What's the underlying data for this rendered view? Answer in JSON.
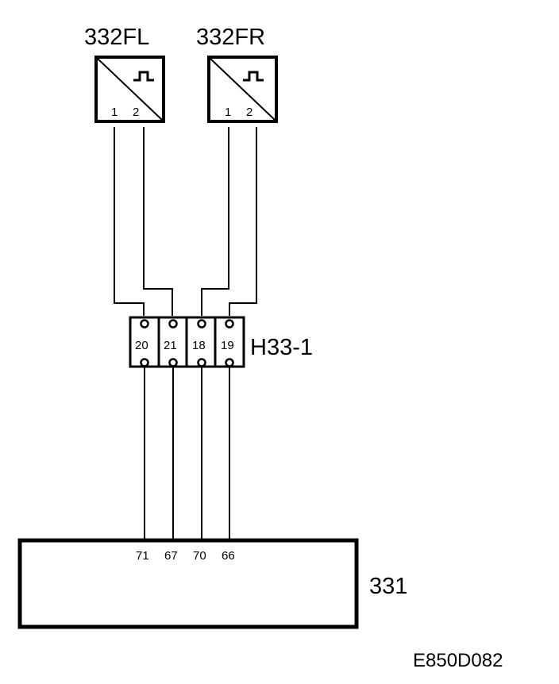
{
  "sensors": [
    {
      "id": "332FL",
      "pins": [
        "1",
        "2"
      ]
    },
    {
      "id": "332FR",
      "pins": [
        "1",
        "2"
      ]
    }
  ],
  "connector": {
    "id": "H33-1",
    "terminals": [
      "20",
      "21",
      "18",
      "19"
    ]
  },
  "control_unit": {
    "id": "331",
    "pins": [
      "71",
      "67",
      "70",
      "66"
    ]
  },
  "figure_code": "E850D082"
}
